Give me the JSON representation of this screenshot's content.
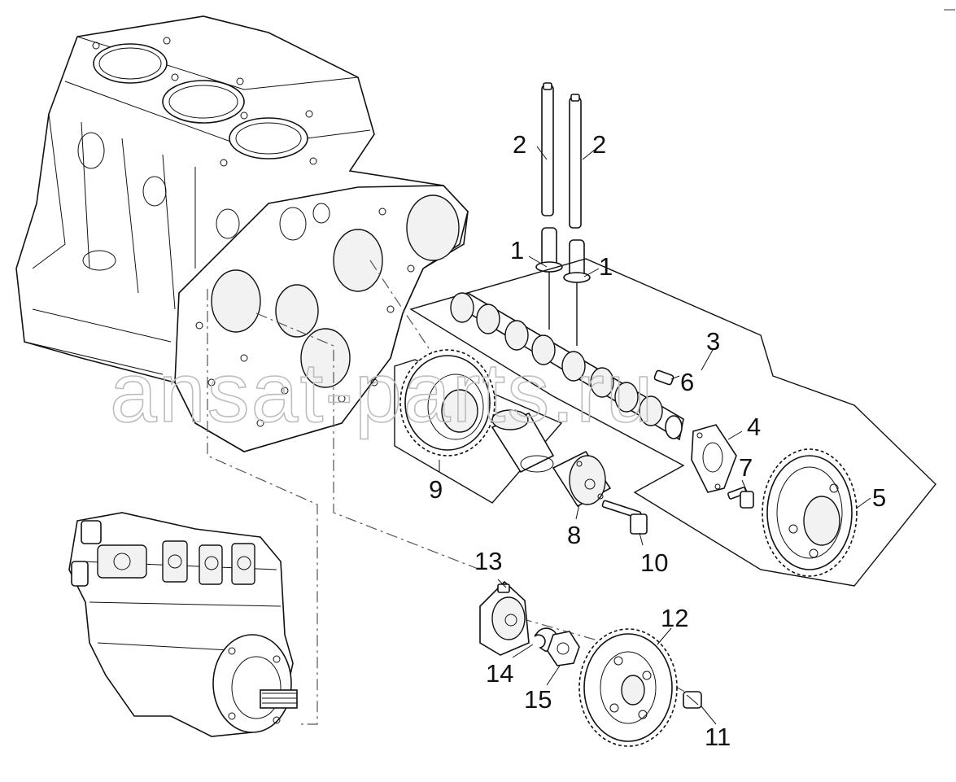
{
  "watermark": "ansat-parts.ru",
  "callouts": [
    {
      "id": "c1a",
      "text": "1"
    },
    {
      "id": "c1b",
      "text": "1"
    },
    {
      "id": "c2a",
      "text": "2"
    },
    {
      "id": "c2b",
      "text": "2"
    },
    {
      "id": "c3",
      "text": "3"
    },
    {
      "id": "c4",
      "text": "4"
    },
    {
      "id": "c5",
      "text": "5"
    },
    {
      "id": "c6",
      "text": "6"
    },
    {
      "id": "c7",
      "text": "7"
    },
    {
      "id": "c8",
      "text": "8"
    },
    {
      "id": "c9",
      "text": "9"
    },
    {
      "id": "c10",
      "text": "10"
    },
    {
      "id": "c11",
      "text": "11"
    },
    {
      "id": "c12",
      "text": "12"
    },
    {
      "id": "c13",
      "text": "13"
    },
    {
      "id": "c14",
      "text": "14"
    },
    {
      "id": "c15",
      "text": "15"
    }
  ],
  "parts": [
    {
      "name": "cylinder-block"
    },
    {
      "name": "fuel-injection-pump"
    },
    {
      "name": "tappet"
    },
    {
      "name": "push-rod"
    },
    {
      "name": "camshaft-assembly"
    },
    {
      "name": "thrust-plate"
    },
    {
      "name": "cam-gear"
    },
    {
      "name": "key"
    },
    {
      "name": "bolt"
    },
    {
      "name": "collar"
    },
    {
      "name": "idle-gear-assembly"
    },
    {
      "name": "idle-gear-bolt"
    },
    {
      "name": "pump-gear-nut"
    },
    {
      "name": "fuel-pump-gear"
    },
    {
      "name": "pump-gear-hub"
    },
    {
      "name": "lock-washer"
    },
    {
      "name": "nut"
    }
  ]
}
